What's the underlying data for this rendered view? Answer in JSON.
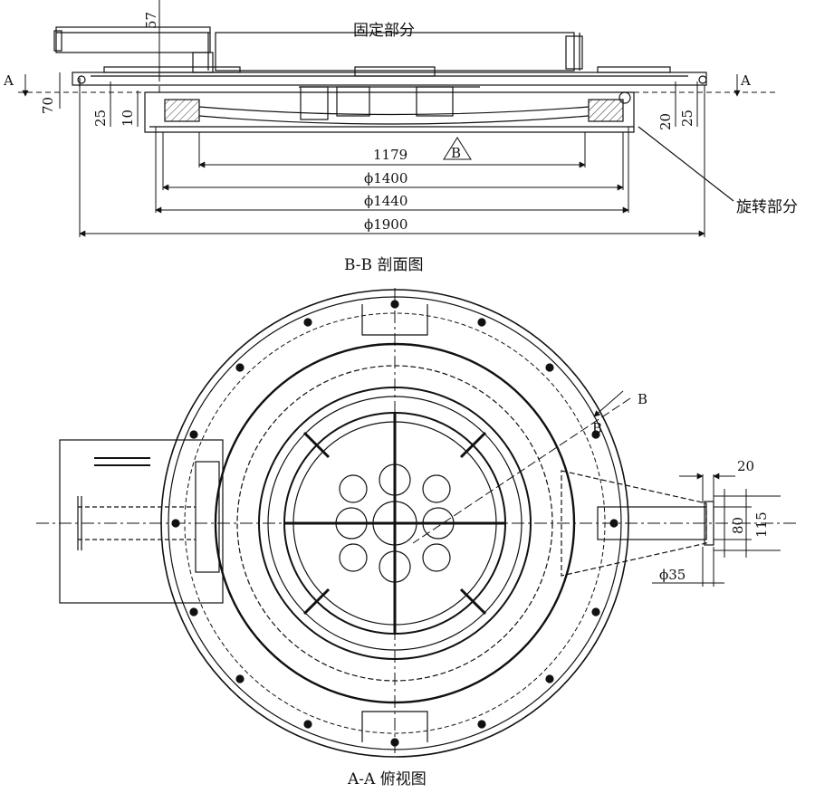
{
  "section_view": {
    "fixed_part_label": "固定部分",
    "rotating_part_label": "旋转部分",
    "caption": "B-B 剖面图",
    "section_marker_left": "A",
    "section_marker_right": "A",
    "datum_marker": "B",
    "dimensions": {
      "height_top": "57",
      "left_70": "70",
      "left_25": "25",
      "left_10": "10",
      "right_20": "20",
      "right_25": "25",
      "width_1179": "1179",
      "dia_1400": "ϕ1400",
      "dia_1440": "ϕ1440",
      "dia_1900": "ϕ1900"
    }
  },
  "top_view": {
    "caption": "A-A 俯视图",
    "section_marker_b1": "B",
    "section_marker_b2": "B",
    "dimensions": {
      "d_20": "20",
      "d_80": "80",
      "d_115": "115",
      "dia_35": "ϕ35"
    }
  }
}
